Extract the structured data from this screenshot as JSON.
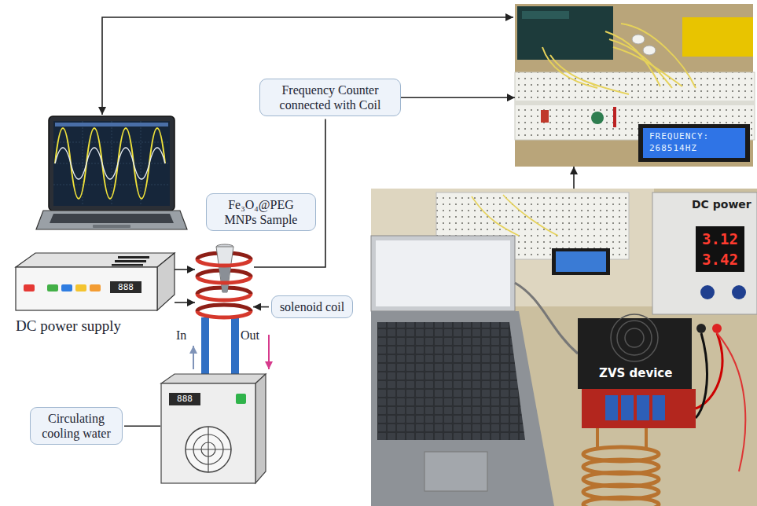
{
  "diagram": {
    "nodes": [
      {
        "text": [
          "Frequency Counter connected with Coil"
        ]
      },
      {
        "text": [
          "Fe₃O₄@PEG MNPs Sample"
        ]
      },
      {
        "text": [
          "solenoid coil"
        ]
      },
      {
        "text": [
          "Circulating cooling water"
        ]
      },
      {
        "text": [
          "FREQUENCY:",
          "268514HZ"
        ]
      },
      {
        "text": [
          "DC power",
          "ZVS device"
        ]
      }
    ],
    "edges": [
      {
        "from": 0,
        "to": 4,
        "arrow": "to"
      },
      {
        "from": 5,
        "to": 4,
        "arrow": "to"
      }
    ],
    "labels": [
      "DC power supply",
      "In",
      "Out",
      "888",
      "888",
      "3.12",
      "3.42"
    ]
  }
}
